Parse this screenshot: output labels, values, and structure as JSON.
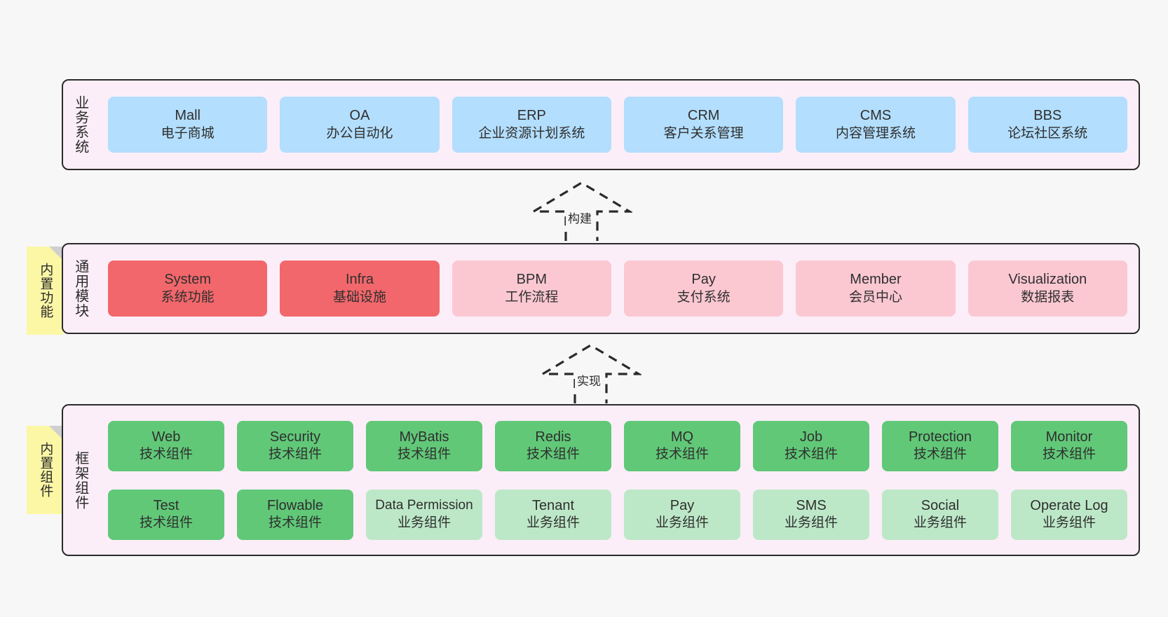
{
  "layers": [
    {
      "id": "business-systems",
      "title": "业务系统",
      "rows": [
        [
          {
            "name": "Mall",
            "desc": "电子商城"
          },
          {
            "name": "OA",
            "desc": "办公自动化"
          },
          {
            "name": "ERP",
            "desc": "企业资源计划系统"
          },
          {
            "name": "CRM",
            "desc": "客户关系管理"
          },
          {
            "name": "CMS",
            "desc": "内容管理系统"
          },
          {
            "name": "BBS",
            "desc": "论坛社区系统"
          }
        ]
      ]
    },
    {
      "id": "common-modules",
      "title": "通用模块",
      "sticky": "内置功能",
      "rows": [
        [
          {
            "name": "System",
            "desc": "系统功能"
          },
          {
            "name": "Infra",
            "desc": "基础设施"
          },
          {
            "name": "BPM",
            "desc": "工作流程"
          },
          {
            "name": "Pay",
            "desc": "支付系统"
          },
          {
            "name": "Member",
            "desc": "会员中心"
          },
          {
            "name": "Visualization",
            "desc": "数据报表"
          }
        ]
      ]
    },
    {
      "id": "framework-components",
      "title": "框架组件",
      "sticky": "内置组件",
      "rows": [
        [
          {
            "name": "Web",
            "desc": "技术组件"
          },
          {
            "name": "Security",
            "desc": "技术组件"
          },
          {
            "name": "MyBatis",
            "desc": "技术组件"
          },
          {
            "name": "Redis",
            "desc": "技术组件"
          },
          {
            "name": "MQ",
            "desc": "技术组件"
          },
          {
            "name": "Job",
            "desc": "技术组件"
          },
          {
            "name": "Protection",
            "desc": "技术组件"
          },
          {
            "name": "Monitor",
            "desc": "技术组件"
          }
        ],
        [
          {
            "name": "Test",
            "desc": "技术组件"
          },
          {
            "name": "Flowable",
            "desc": "技术组件"
          },
          {
            "name": "Data Permission",
            "desc": "业务组件"
          },
          {
            "name": "Tenant",
            "desc": "业务组件"
          },
          {
            "name": "Pay",
            "desc": "业务组件"
          },
          {
            "name": "SMS",
            "desc": "业务组件"
          },
          {
            "name": "Social",
            "desc": "业务组件"
          },
          {
            "name": "Operate Log",
            "desc": "业务组件"
          }
        ]
      ]
    }
  ],
  "connectors": [
    {
      "id": "build",
      "label": "构建"
    },
    {
      "id": "implement",
      "label": "实现"
    }
  ],
  "colors": {
    "canvas": "#f7f7f7",
    "panel_bg": "#fbeef8",
    "panel_border": "#2b2b2b",
    "business_card": "#b3defd",
    "module_strong": "#f2676b",
    "module_soft": "#fbc8d2",
    "tech_component": "#61c878",
    "business_component": "#bde8c8",
    "sticky": "#fbf7a5",
    "sticky_fold": "#cfcfcf"
  }
}
